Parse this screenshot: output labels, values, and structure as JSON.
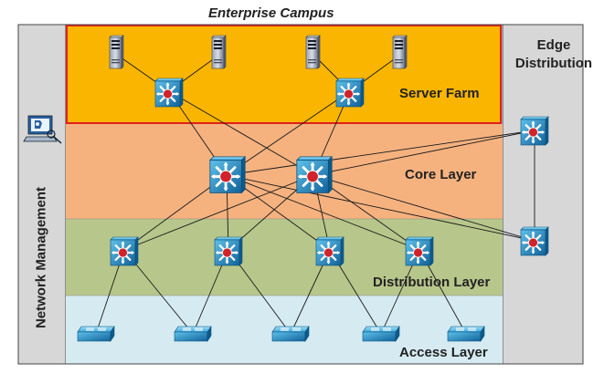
{
  "title": "Enterprise Campus",
  "sidebar": {
    "label": "Network Management"
  },
  "edge": {
    "title": "Edge Distribution"
  },
  "layers": {
    "server_farm": "Server Farm",
    "core": "Core Layer",
    "distribution": "Distribution Layer",
    "access": "Access Layer"
  },
  "colors": {
    "server_farm": "#f9b500",
    "server_farm_border": "#e0201c",
    "core": "#f5b27f",
    "distribution": "#b7c68a",
    "access": "#d5ebf1",
    "side_panel": "#d7d7d7",
    "device_blue": "#1e8fc7",
    "device_red": "#d2232a"
  },
  "icons": {
    "server": "server-tower-icon",
    "multilayer_switch": "multilayer-switch-icon",
    "access_switch": "workgroup-switch-icon",
    "management": "management-workstation-icon"
  }
}
